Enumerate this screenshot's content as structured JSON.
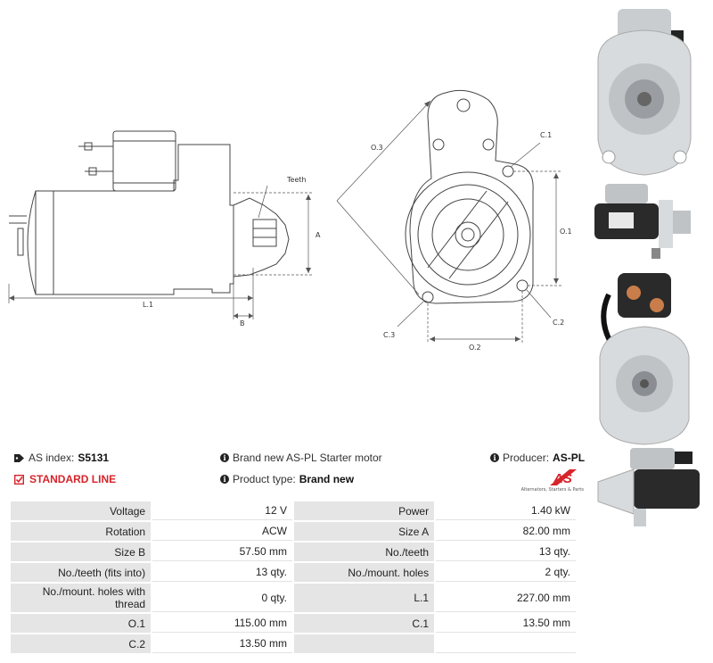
{
  "drawing": {
    "labels": {
      "teeth": "Teeth",
      "a": "A",
      "b": "B",
      "l1": "L.1",
      "o1": "O.1",
      "o2": "O.2",
      "o3": "O.3",
      "c1": "C.1",
      "c2": "C.2",
      "c3": "C.3"
    }
  },
  "info": {
    "as_index_label": "AS index:",
    "as_index_value": "S5131",
    "standard_line": "STANDARD LINE",
    "description": "Brand new AS-PL Starter motor",
    "product_type_label": "Product type:",
    "product_type_value": "Brand new",
    "producer_label": "Producer:",
    "producer_value": "AS-PL",
    "logo_text": "AS",
    "logo_tagline": "Alternators, Starters & Parts"
  },
  "specs": [
    {
      "k1": "Voltage",
      "v1": "12 V",
      "k2": "Power",
      "v2": "1.40 kW"
    },
    {
      "k1": "Rotation",
      "v1": "ACW",
      "k2": "Size A",
      "v2": "82.00 mm"
    },
    {
      "k1": "Size B",
      "v1": "57.50 mm",
      "k2": "No./teeth",
      "v2": "13 qty."
    },
    {
      "k1": "No./teeth (fits into)",
      "v1": "13 qty.",
      "k2": "No./mount. holes",
      "v2": "2 qty."
    },
    {
      "k1": "No./mount. holes with thread",
      "v1": "0 qty.",
      "k2": "L.1",
      "v2": "227.00 mm"
    },
    {
      "k1": "O.1",
      "v1": "115.00 mm",
      "k2": "C.1",
      "v2": "13.50 mm"
    },
    {
      "k1": "C.2",
      "v1": "13.50 mm",
      "k2": "",
      "v2": ""
    }
  ],
  "colors": {
    "accent": "#d6242b",
    "label_bg": "#e5e5e5"
  }
}
